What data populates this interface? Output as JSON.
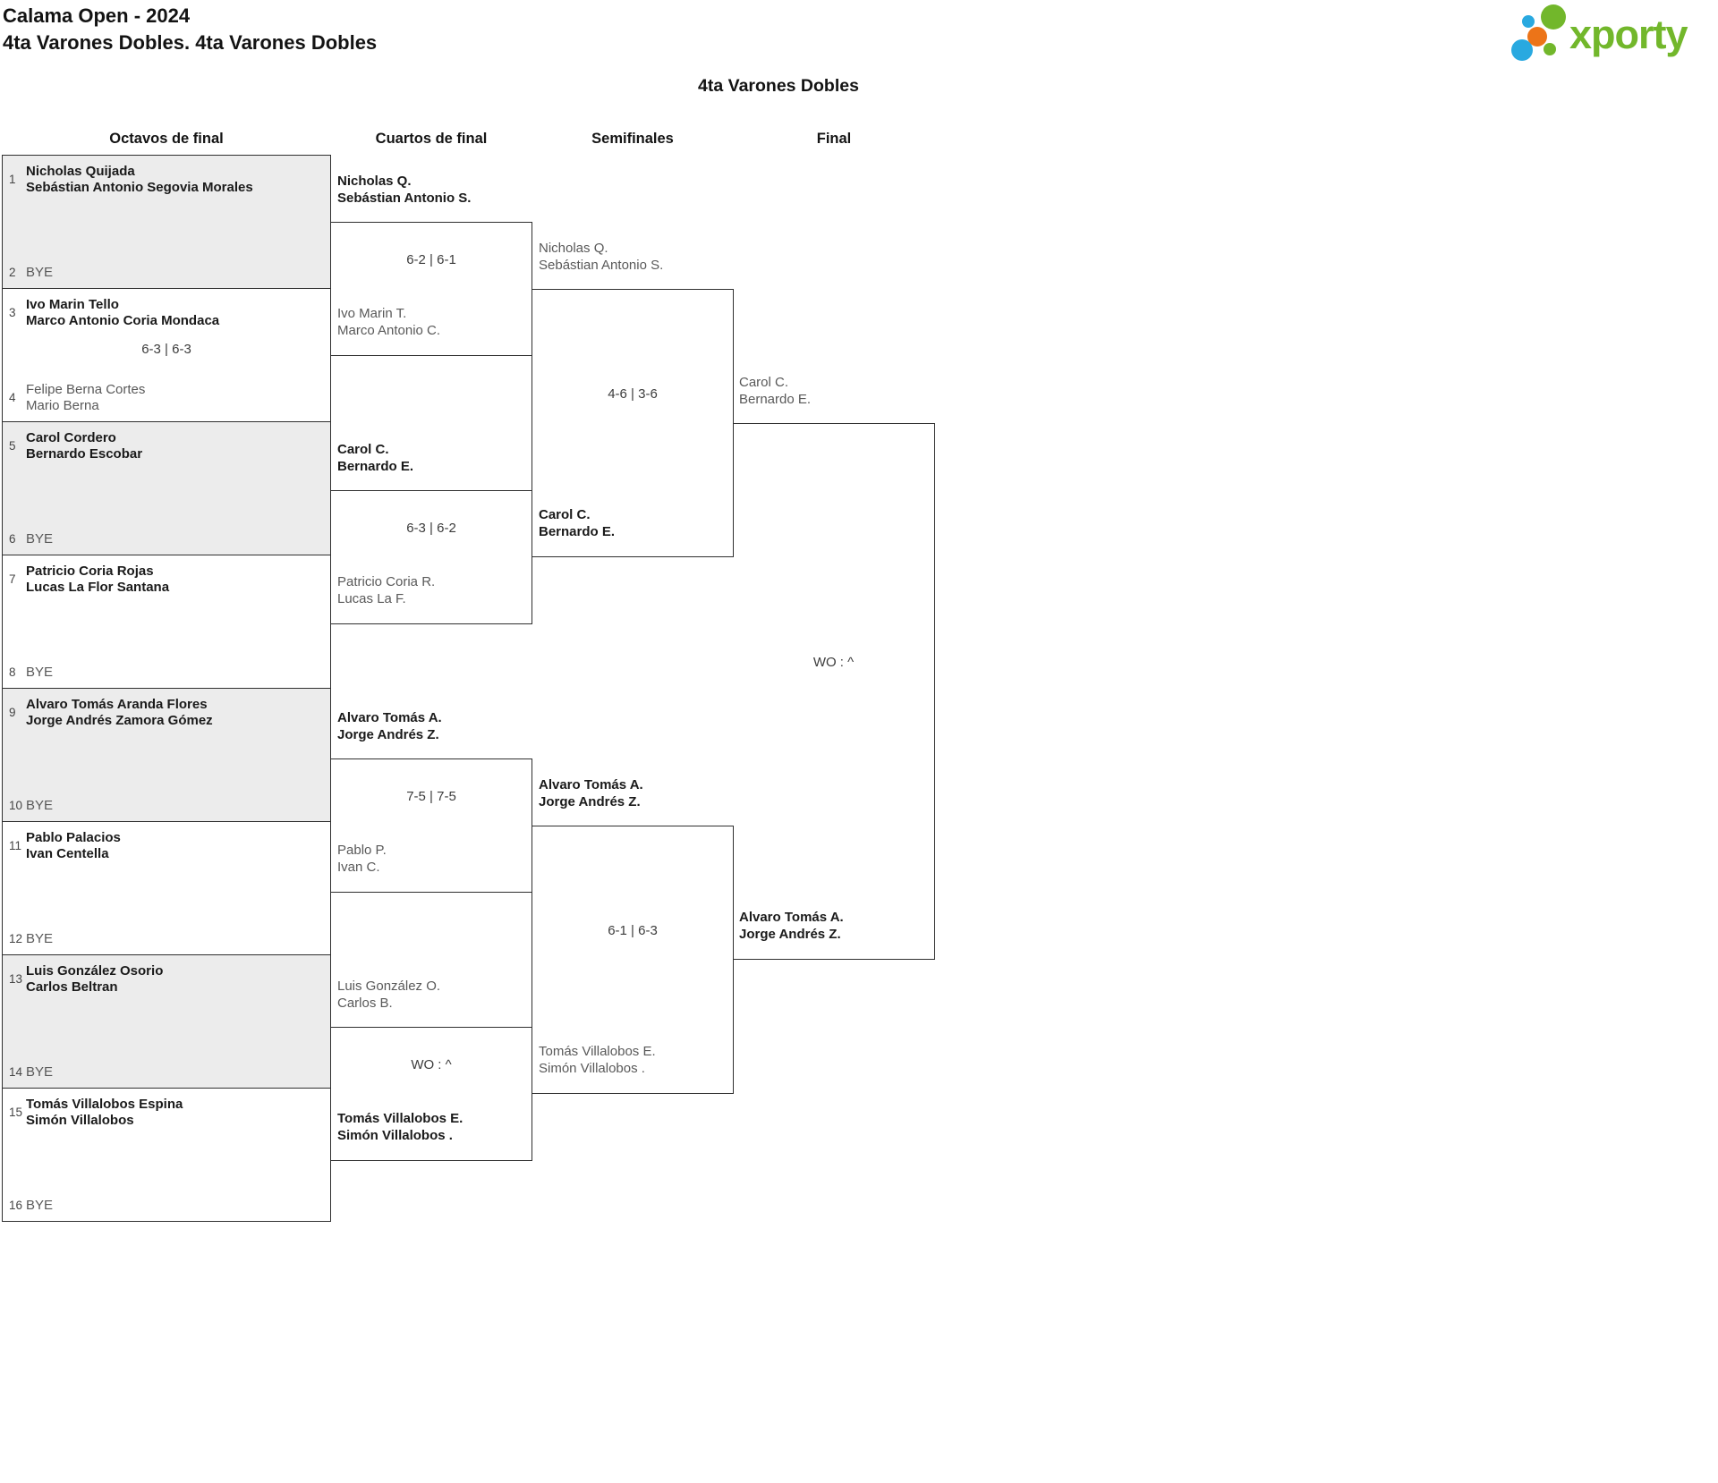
{
  "header": {
    "tournament": "Calama Open - 2024",
    "category": "4ta Varones Dobles. 4ta Varones Dobles",
    "bracket_title": "4ta Varones Dobles",
    "logo_text": "xporty"
  },
  "colors": {
    "logo_green": "#72b72b",
    "logo_blue": "#29a9e0",
    "logo_orange": "#ec7418",
    "border": "#2f2f2f",
    "shaded_row": "#ececec",
    "winner_text": "#1a1a1a",
    "loser_text": "#595959"
  },
  "columns": [
    "Octavos de final",
    "Cuartos de final",
    "Semifinales",
    "Final"
  ],
  "rounds": {
    "octavos": [
      {
        "shaded": true,
        "seed1": "1",
        "team1": [
          "Nicholas Quijada",
          "Sebástian Antonio Segovia Morales"
        ],
        "team1_winner": true,
        "seed2": "2",
        "team2": [
          "BYE"
        ],
        "team2_winner": false,
        "score": ""
      },
      {
        "shaded": false,
        "seed1": "3",
        "team1": [
          "Ivo Marin Tello",
          "Marco Antonio Coria Mondaca"
        ],
        "team1_winner": true,
        "seed2": "4",
        "team2": [
          "Felipe Berna Cortes",
          "Mario Berna"
        ],
        "team2_winner": false,
        "score": "6-3 | 6-3"
      },
      {
        "shaded": true,
        "seed1": "5",
        "team1": [
          "Carol Cordero",
          "Bernardo Escobar"
        ],
        "team1_winner": true,
        "seed2": "6",
        "team2": [
          "BYE"
        ],
        "team2_winner": false,
        "score": ""
      },
      {
        "shaded": false,
        "seed1": "7",
        "team1": [
          "Patricio Coria Rojas",
          "Lucas La Flor Santana"
        ],
        "team1_winner": true,
        "seed2": "8",
        "team2": [
          "BYE"
        ],
        "team2_winner": false,
        "score": ""
      },
      {
        "shaded": true,
        "seed1": "9",
        "team1": [
          "Alvaro Tomás Aranda Flores",
          "Jorge Andrés Zamora Gómez"
        ],
        "team1_winner": true,
        "seed2": "10",
        "team2": [
          "BYE"
        ],
        "team2_winner": false,
        "score": ""
      },
      {
        "shaded": false,
        "seed1": "11",
        "team1": [
          "Pablo Palacios",
          "Ivan Centella"
        ],
        "team1_winner": true,
        "seed2": "12",
        "team2": [
          "BYE"
        ],
        "team2_winner": false,
        "score": ""
      },
      {
        "shaded": true,
        "seed1": "13",
        "team1": [
          "Luis González Osorio",
          "Carlos Beltran"
        ],
        "team1_winner": true,
        "seed2": "14",
        "team2": [
          "BYE"
        ],
        "team2_winner": false,
        "score": ""
      },
      {
        "shaded": false,
        "seed1": "15",
        "team1": [
          "Tomás Villalobos Espina",
          "Simón Villalobos"
        ],
        "team1_winner": true,
        "seed2": "16",
        "team2": [
          "BYE"
        ],
        "team2_winner": false,
        "score": ""
      }
    ],
    "cuartos": [
      {
        "team1": [
          "Nicholas Q.",
          "Sebástian Antonio S."
        ],
        "team1_winner": true,
        "team2": [
          "Ivo Marin T.",
          "Marco Antonio C."
        ],
        "team2_winner": false,
        "score": "6-2 | 6-1"
      },
      {
        "team1": [
          "Carol C.",
          "Bernardo E."
        ],
        "team1_winner": true,
        "team2": [
          "Patricio Coria R.",
          "Lucas La F."
        ],
        "team2_winner": false,
        "score": "6-3 | 6-2"
      },
      {
        "team1": [
          "Alvaro Tomás A.",
          "Jorge Andrés Z."
        ],
        "team1_winner": true,
        "team2": [
          "Pablo P.",
          "Ivan C."
        ],
        "team2_winner": false,
        "score": "7-5 | 7-5"
      },
      {
        "team1": [
          "Luis González O.",
          "Carlos B."
        ],
        "team1_winner": false,
        "team2": [
          "Tomás Villalobos E.",
          "Simón Villalobos ."
        ],
        "team2_winner": true,
        "score": "WO : ^"
      }
    ],
    "semifinales": [
      {
        "team1": [
          "Nicholas Q.",
          "Sebástian Antonio S."
        ],
        "team1_winner": false,
        "team2": [
          "Carol C.",
          "Bernardo E."
        ],
        "team2_winner": true,
        "score": "4-6 | 3-6"
      },
      {
        "team1": [
          "Alvaro Tomás A.",
          "Jorge Andrés Z."
        ],
        "team1_winner": true,
        "team2": [
          "Tomás Villalobos E.",
          "Simón Villalobos ."
        ],
        "team2_winner": false,
        "score": "6-1 | 6-3"
      }
    ],
    "final": [
      {
        "team1": [
          "Carol C.",
          "Bernardo E."
        ],
        "team1_winner": false,
        "team2": [
          "Alvaro Tomás A.",
          "Jorge Andrés Z."
        ],
        "team2_winner": true,
        "score": "WO : ^"
      }
    ]
  }
}
